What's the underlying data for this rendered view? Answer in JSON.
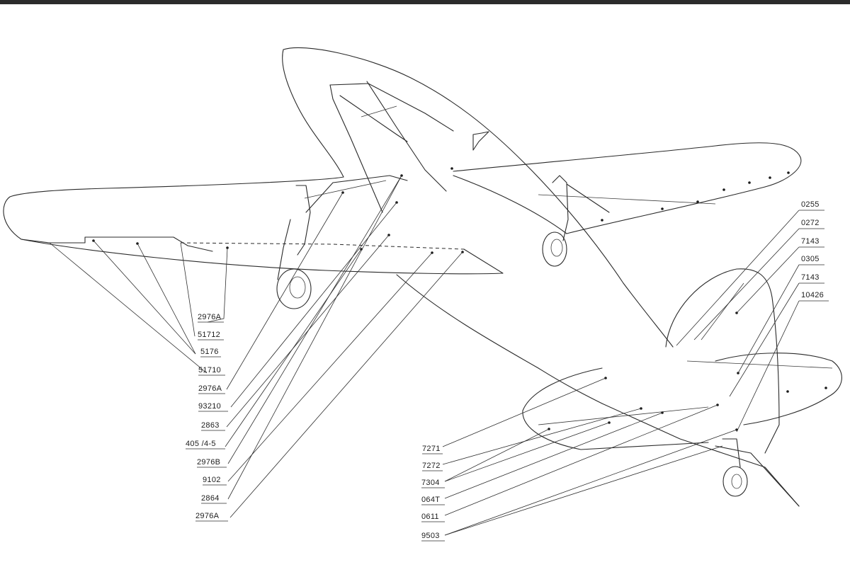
{
  "labels_left": [
    "2976A",
    "51712",
    "5176",
    "51710",
    "2976A",
    "93210",
    "2863",
    "405 /4-5",
    "2976B",
    "9102",
    "2864",
    "2976A"
  ],
  "labels_center": [
    "7271",
    "7272",
    "7304",
    "064T",
    "0611",
    "9503"
  ],
  "labels_right": [
    "0255",
    "0272",
    "7143",
    "0305",
    "7143",
    "10426"
  ]
}
